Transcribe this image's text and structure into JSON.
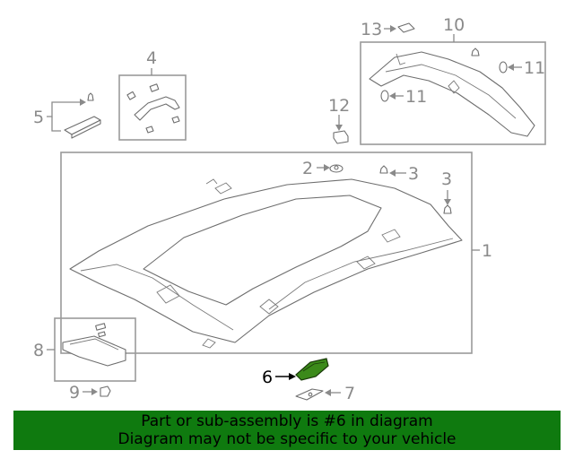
{
  "diagram": {
    "callouts": [
      {
        "id": "1",
        "label": "1"
      },
      {
        "id": "2",
        "label": "2"
      },
      {
        "id": "3a",
        "label": "3"
      },
      {
        "id": "3b",
        "label": "3"
      },
      {
        "id": "4",
        "label": "4"
      },
      {
        "id": "5",
        "label": "5"
      },
      {
        "id": "6",
        "label": "6",
        "highlighted": true
      },
      {
        "id": "7",
        "label": "7"
      },
      {
        "id": "8",
        "label": "8"
      },
      {
        "id": "9",
        "label": "9"
      },
      {
        "id": "10",
        "label": "10"
      },
      {
        "id": "11a",
        "label": "11"
      },
      {
        "id": "11b",
        "label": "11"
      },
      {
        "id": "12",
        "label": "12"
      },
      {
        "id": "13",
        "label": "13"
      }
    ],
    "highlight_color": "#3b8a1a"
  },
  "banner": {
    "line1": "Part or sub-assembly is #6 in diagram",
    "line2": "Diagram may not be specific to your vehicle",
    "background": "#0f7a0f"
  }
}
